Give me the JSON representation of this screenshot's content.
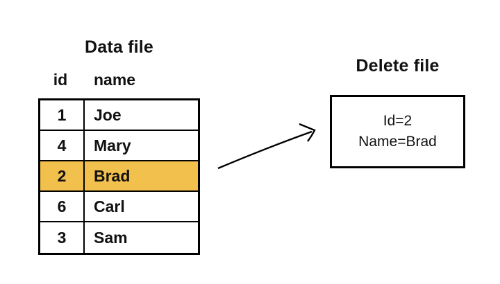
{
  "canvas": {
    "background_color": "#ffffff",
    "text_color": "#111111",
    "border_color": "#000000"
  },
  "data_file": {
    "title": "Data file",
    "columns": [
      "id",
      "name"
    ],
    "rows": [
      {
        "id": "1",
        "name": "Joe",
        "highlighted": false
      },
      {
        "id": "4",
        "name": "Mary",
        "highlighted": false
      },
      {
        "id": "2",
        "name": "Brad",
        "highlighted": true
      },
      {
        "id": "6",
        "name": "Carl",
        "highlighted": false
      },
      {
        "id": "3",
        "name": "Sam",
        "highlighted": false
      }
    ],
    "highlight_color": "#F2C04D"
  },
  "arrow": {
    "description": "arrow from highlighted row to delete file box",
    "color": "#000000"
  },
  "delete_file": {
    "title": "Delete file",
    "lines": [
      "Id=2",
      "Name=Brad"
    ]
  }
}
